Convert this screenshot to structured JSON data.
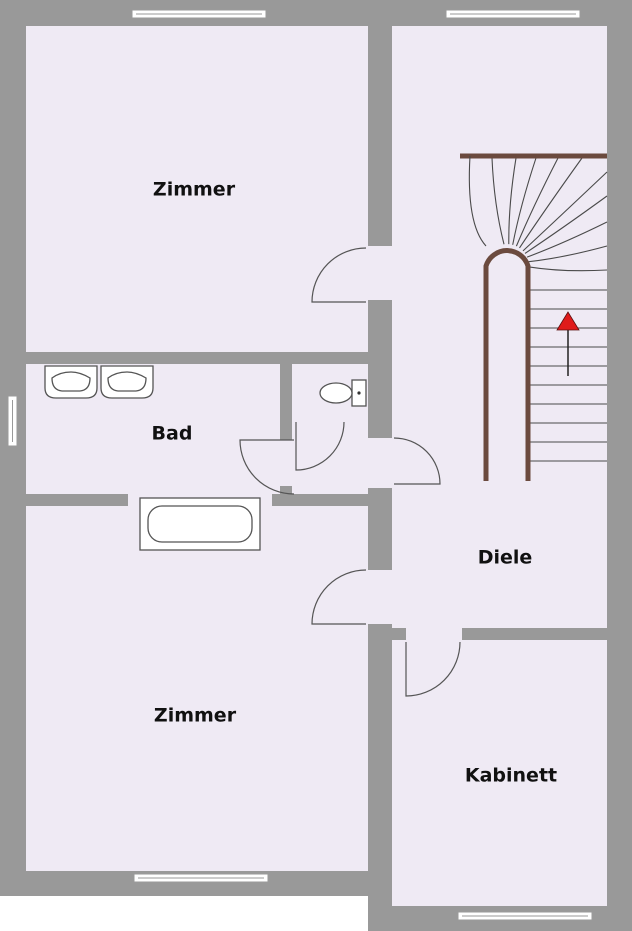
{
  "rooms": {
    "zimmer_top": "Zimmer",
    "bad": "Bad",
    "diele": "Diele",
    "zimmer_bottom": "Zimmer",
    "kabinett": "Kabinett"
  },
  "colors": {
    "wall": "#999999",
    "floor": "#efeaf4",
    "banister": "#6b4a3e",
    "arrow": "#e01b1b",
    "line": "#555555"
  },
  "icons": {
    "stair_direction": "up-arrow-icon",
    "toilet": "toilet-icon",
    "sink": "sink-icon",
    "bathtub": "bathtub-icon"
  }
}
